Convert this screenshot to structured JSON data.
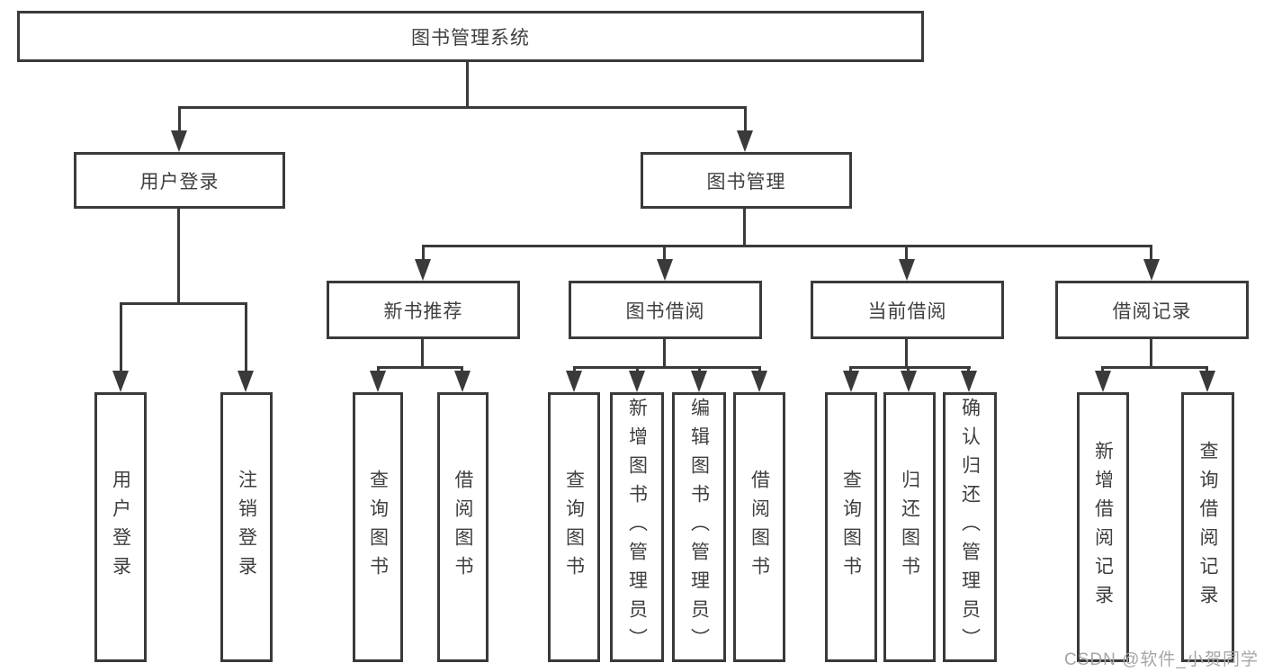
{
  "tree": {
    "root": {
      "label": "图书管理系统"
    },
    "level2": [
      {
        "label": "用户登录",
        "children": [
          {
            "label": "用户登录"
          },
          {
            "label": "注销登录"
          }
        ]
      },
      {
        "label": "图书管理",
        "children": [
          {
            "label": "新书推荐",
            "children": [
              {
                "label": "查询图书"
              },
              {
                "label": "借阅图书"
              }
            ]
          },
          {
            "label": "图书借阅",
            "children": [
              {
                "label": "查询图书"
              },
              {
                "label": "新增图书（管理员）"
              },
              {
                "label": "编辑图书（管理员）"
              },
              {
                "label": "借阅图书"
              }
            ]
          },
          {
            "label": "当前借阅",
            "children": [
              {
                "label": "查询图书"
              },
              {
                "label": "归还图书"
              },
              {
                "label": "确认归还（管理员）"
              }
            ]
          },
          {
            "label": "借阅记录",
            "children": [
              {
                "label": "新增借阅记录"
              },
              {
                "label": "查询借阅记录"
              }
            ]
          }
        ]
      }
    ]
  },
  "watermark": {
    "text": "CSDN @软件_小贺同学"
  },
  "colors": {
    "line": "#3a3a3a",
    "text": "#3f3f3f",
    "watermark": "#a6a6a6",
    "background": "#ffffff"
  }
}
